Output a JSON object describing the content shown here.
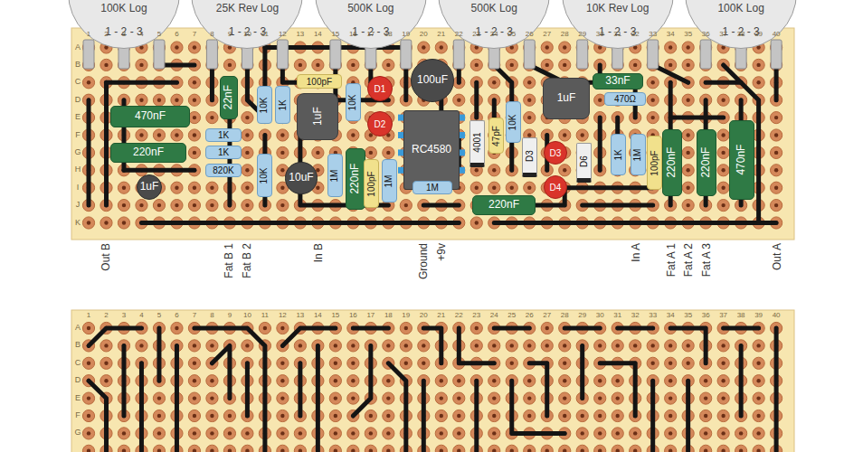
{
  "diagram": {
    "nodes": [
      {
        "text": [
          "100K Log",
          "1 - 2 - 3"
        ]
      },
      {
        "text": [
          "25K Rev Log",
          "1 - 2 - 3"
        ]
      },
      {
        "text": [
          "500K Log",
          "1 - 2 - 3"
        ]
      },
      {
        "text": [
          "500K Log",
          "1 - 2 - 3"
        ]
      },
      {
        "text": [
          "10K Rev Log",
          "1 - 2 - 3"
        ]
      },
      {
        "text": [
          "100K Log",
          "1 - 2 - 3"
        ]
      },
      {
        "text": [
          "470nF"
        ]
      },
      {
        "text": [
          "220nF"
        ]
      },
      {
        "text": [
          "1uF"
        ]
      },
      {
        "text": [
          "22nF"
        ]
      },
      {
        "text": [
          "1K"
        ]
      },
      {
        "text": [
          "1K"
        ]
      },
      {
        "text": [
          "820K"
        ]
      },
      {
        "text": [
          "10K"
        ]
      },
      {
        "text": [
          "1K"
        ]
      },
      {
        "text": [
          "100pF"
        ]
      },
      {
        "text": [
          "1uF"
        ]
      },
      {
        "text": [
          "10K"
        ]
      },
      {
        "text": [
          "10uF"
        ]
      },
      {
        "text": [
          "1M"
        ]
      },
      {
        "text": [
          "10K"
        ]
      },
      {
        "text": [
          "D1"
        ]
      },
      {
        "text": [
          "D2"
        ]
      },
      {
        "text": [
          "220nF"
        ]
      },
      {
        "text": [
          "100pF"
        ]
      },
      {
        "text": [
          "1M"
        ]
      },
      {
        "text": [
          "100uF"
        ]
      },
      {
        "text": [
          "RC4580"
        ]
      },
      {
        "text": [
          "1M"
        ]
      },
      {
        "text": [
          "4001"
        ]
      },
      {
        "text": [
          "47pF"
        ]
      },
      {
        "text": [
          "10K"
        ]
      },
      {
        "text": [
          "D3"
        ]
      },
      {
        "text": [
          "D3"
        ]
      },
      {
        "text": [
          "D4"
        ]
      },
      {
        "text": [
          "1uF"
        ]
      },
      {
        "text": [
          "D6"
        ]
      },
      {
        "text": [
          "33nF"
        ]
      },
      {
        "text": [
          "470Ω"
        ]
      },
      {
        "text": [
          "220nF"
        ]
      },
      {
        "text": [
          "1K"
        ]
      },
      {
        "text": [
          "1M"
        ]
      },
      {
        "text": [
          "100pF"
        ]
      },
      {
        "text": [
          "220nF"
        ]
      },
      {
        "text": [
          "220nF"
        ]
      },
      {
        "text": [
          "470nF"
        ]
      }
    ],
    "labels": [
      "1",
      "2",
      "3",
      "4",
      "5",
      "6",
      "7",
      "8",
      "9",
      "10",
      "11",
      "12",
      "13",
      "14",
      "15",
      "16",
      "17",
      "18",
      "19",
      "20",
      "21",
      "22",
      "23",
      "24",
      "25",
      "26",
      "27",
      "28",
      "29",
      "30",
      "31",
      "32",
      "33",
      "34",
      "35",
      "36",
      "37",
      "38",
      "39",
      "40",
      "A",
      "B",
      "C",
      "D",
      "E",
      "F",
      "G",
      "H",
      "I",
      "J",
      "K",
      "Out B",
      "Fat B 1",
      "Fat B 2",
      "In B",
      "Ground",
      "+9v",
      "In A",
      "Fat A 1",
      "Fat A 2",
      "Fat A 3",
      "Out A",
      "1",
      "2",
      "3",
      "4",
      "5",
      "6",
      "7",
      "8",
      "9",
      "10",
      "11",
      "12",
      "13",
      "14",
      "15",
      "16",
      "17",
      "18",
      "19",
      "20",
      "21",
      "22",
      "23",
      "24",
      "25",
      "26",
      "27",
      "28",
      "29",
      "30",
      "31",
      "32",
      "33",
      "34",
      "35",
      "36",
      "37",
      "38",
      "39",
      "40",
      "A",
      "B",
      "C",
      "D",
      "E",
      "F",
      "G"
    ]
  }
}
